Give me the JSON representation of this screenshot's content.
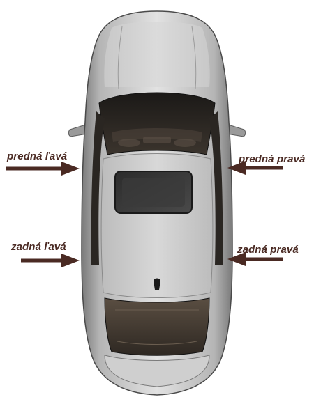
{
  "labels": {
    "front_left": "predná ľavá",
    "front_right": "predná pravá",
    "rear_left": "zadná ľavá",
    "rear_right": "zadná pravá"
  },
  "colors": {
    "label_text": "#4a2a23",
    "arrow": "#4a2a23",
    "car_body": "#c9c9c9",
    "car_dark": "#2a2622",
    "background": "#ffffff"
  },
  "icons": {
    "car": "car-top-view-icon",
    "arrow_right": "arrow-right-icon",
    "arrow_left": "arrow-left-icon"
  }
}
